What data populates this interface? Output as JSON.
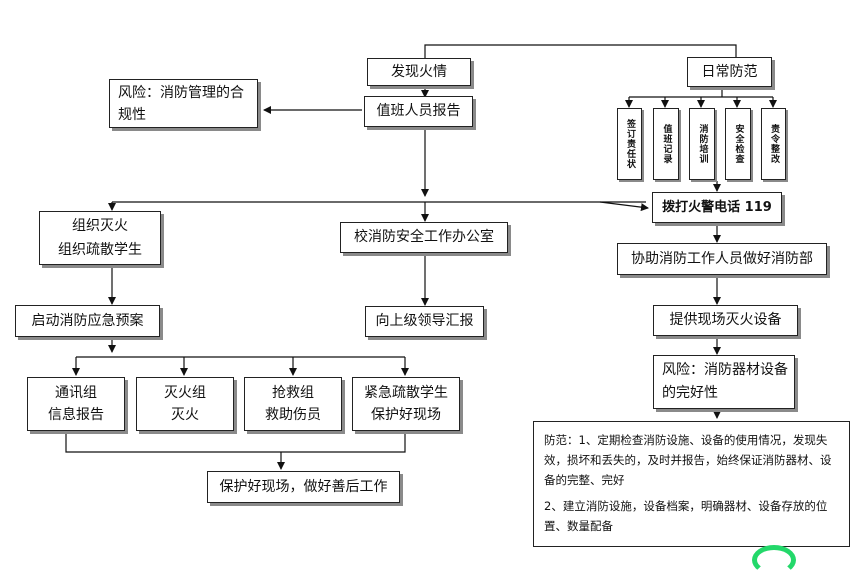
{
  "nodes": {
    "discover_fire": "发现火情",
    "risk_management": "风险：消防管理的合\n规性",
    "duty_report": "值班人员报告",
    "daily_prevention": "日常防范",
    "sub_items": [
      "签订责任状",
      "值班记录",
      "消防培训",
      "安全检查",
      "责令整改"
    ],
    "organize": "组织灭火\n组织疏散学生",
    "school_office": "校消防安全工作办公室",
    "call_119": "拨打火警电话 119",
    "assist": "协助消防工作人员做好消防部",
    "emergency_plan": "启动消防应急预案",
    "report_upper": "向上级领导汇报",
    "provide_equipment": "提供现场灭火设备",
    "risk_equipment": "风险：消防器材设备\n的完好性",
    "group_comm": "通讯组\n信息报告",
    "group_fire": "灭火组\n灭火",
    "group_rescue": "抢救组\n救助伤员",
    "group_evac": "紧急疏散学生\n保护好现场",
    "protect_site": "保护好现场，做好善后工作"
  },
  "notes": {
    "line1": "防范：1、定期检查消防设施、设备的使用情况，发现失效，损坏和丢失的，及时并报告，始终保证消防器材、设备的完整、完好",
    "line2": "2、建立消防设施，设备档案，明确器材、设备存放的位置、数量配备"
  }
}
